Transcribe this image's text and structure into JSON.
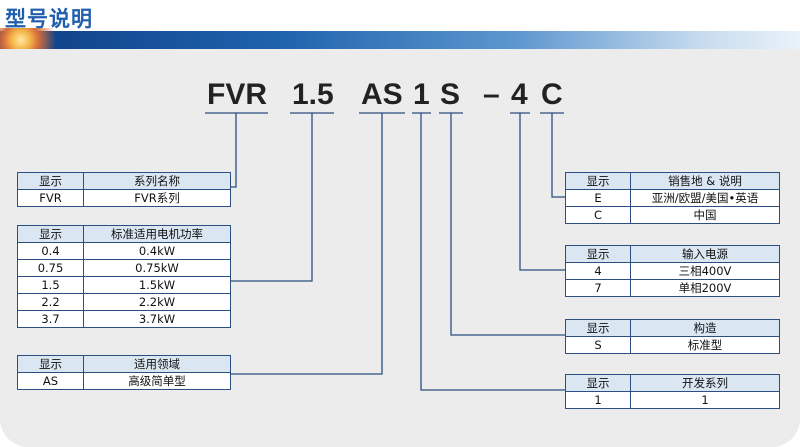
{
  "title": "型号说明",
  "model_code": {
    "series": "FVR",
    "power": "1.5",
    "usage": "AS",
    "dev": "1",
    "structure": "S",
    "dash": "–",
    "input": "4",
    "region": "C"
  },
  "tables": {
    "series_name": {
      "h1": "显示",
      "h2": "系列名称",
      "rows": [
        [
          "FVR",
          "FVR系列"
        ]
      ]
    },
    "motor_power": {
      "h1": "显示",
      "h2": "标准适用电机功率",
      "rows": [
        [
          "0.4",
          "0.4kW"
        ],
        [
          "0.75",
          "0.75kW"
        ],
        [
          "1.5",
          "1.5kW"
        ],
        [
          "2.2",
          "2.2kW"
        ],
        [
          "3.7",
          "3.7kW"
        ]
      ]
    },
    "application": {
      "h1": "显示",
      "h2": "适用领域",
      "rows": [
        [
          "AS",
          "高级简单型"
        ]
      ]
    },
    "region": {
      "h1": "显示",
      "h2": "销售地 & 说明",
      "rows": [
        [
          "E",
          "亚洲/欧盟/美国•英语"
        ],
        [
          "C",
          "中国"
        ]
      ]
    },
    "input_power": {
      "h1": "显示",
      "h2": "输入电源",
      "rows": [
        [
          "4",
          "三相400V"
        ],
        [
          "7",
          "单相200V"
        ]
      ]
    },
    "structure": {
      "h1": "显示",
      "h2": "构造",
      "rows": [
        [
          "S",
          "标准型"
        ]
      ]
    },
    "dev_series": {
      "h1": "显示",
      "h2": "开发系列",
      "rows": [
        [
          "1",
          "1"
        ]
      ]
    }
  }
}
